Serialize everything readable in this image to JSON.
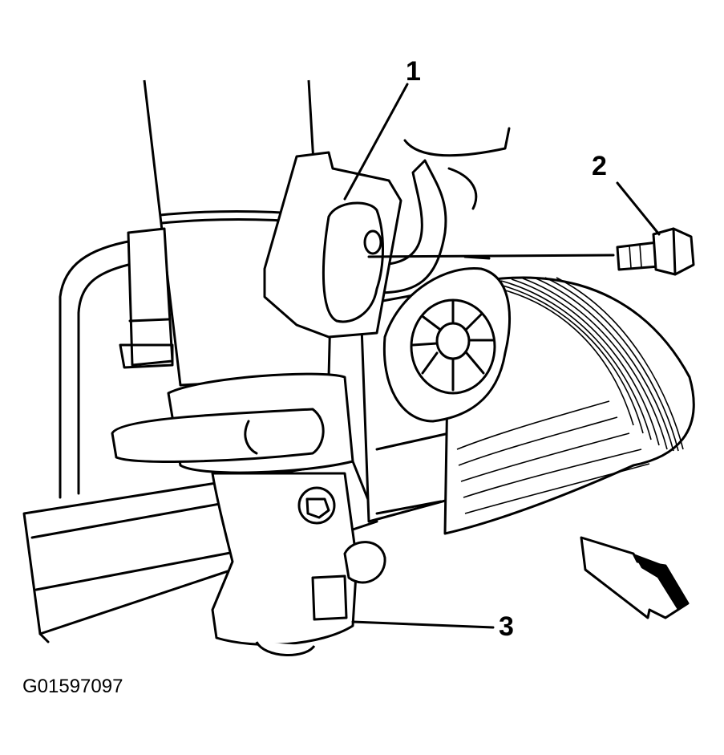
{
  "callouts": {
    "c1": "1",
    "c2": "2",
    "c3": "3"
  },
  "figure_id": "G01597097",
  "colors": {
    "ink": "#000000",
    "paper": "#ffffff"
  }
}
